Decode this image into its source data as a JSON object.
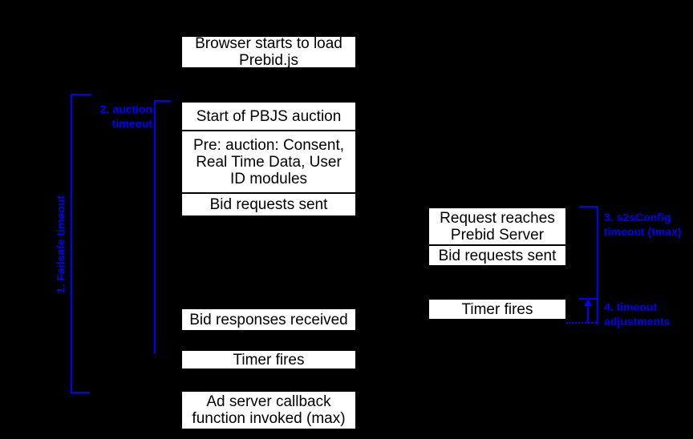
{
  "colors": {
    "background": "#000000",
    "box_fill": "#ffffff",
    "box_border": "#000000",
    "box_text": "#000000",
    "annotation_blue": "#0000ff"
  },
  "client_column": {
    "browser_load": "Browser starts to load\nPrebid.js",
    "auction_stack": [
      "Start of PBJS auction",
      "Pre: auction: Consent,\nReal Time Data, User\nID modules",
      "Bid requests sent"
    ],
    "bid_responses": "Bid responses received",
    "timer_fires": "Timer fires",
    "ad_server_callback": "Ad server callback\nfunction invoked (max)"
  },
  "server_column": {
    "request_stack": [
      "Request reaches\nPrebid Server",
      "Bid requests sent"
    ],
    "timer_fires": "Timer fires"
  },
  "annotations": {
    "failsafe_timeout": "1. Failsafe timeout",
    "auction_timeout": "2. auction\ntimeout",
    "s2s_timeout": "3. s2sConfig\ntimeout (tmax)",
    "timeout_adjustments": "4. timeout\nadjustments"
  }
}
